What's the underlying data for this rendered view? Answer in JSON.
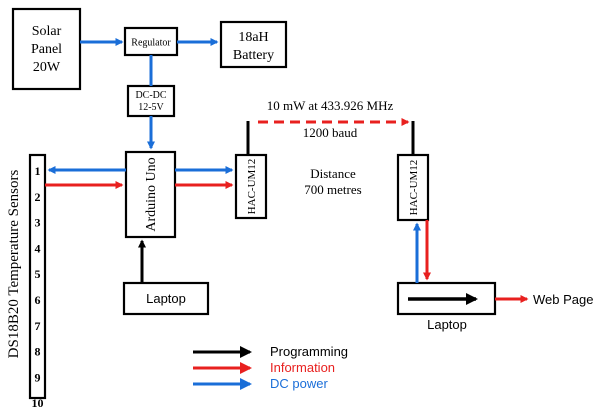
{
  "colors": {
    "programming": "#000000",
    "information": "#e8201f",
    "dc_power": "#1a6ed8"
  },
  "blocks": {
    "solar_panel": {
      "line1": "Solar",
      "line2": "Panel",
      "line3": "20W"
    },
    "regulator": "Regulator",
    "battery": {
      "line1": "18aH",
      "line2": "Battery"
    },
    "dcdc": {
      "line1": "DC-DC",
      "line2": "12-5V"
    },
    "arduino": "Arduino Uno",
    "hac_left": "HAC-UM12",
    "hac_right": "HAC-UM12",
    "laptop_left": "Laptop",
    "laptop_right": "Laptop",
    "web_page": "Web Page"
  },
  "radio_link": {
    "power_freq": "10 mW at 433.926 MHz",
    "baud": "1200 baud",
    "distance_label": "Distance",
    "distance_value": "700 metres"
  },
  "sensors": {
    "title": "DS18B20 Temperature Sensors",
    "numbers": [
      "1",
      "2",
      "3",
      "4",
      "5",
      "6",
      "7",
      "8",
      "9",
      "10"
    ]
  },
  "legend": {
    "programming": "Programming",
    "information": "Information",
    "dc_power": "DC power"
  }
}
